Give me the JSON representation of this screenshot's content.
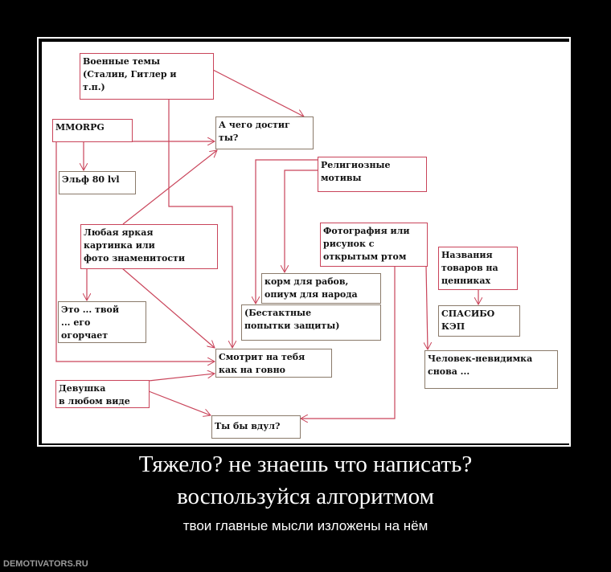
{
  "diagram": {
    "nodes": {
      "war_themes": "Военные темы\n(Сталин, Гитлер и\nт.п.)",
      "mmorpg": "MMORPG",
      "achieved": "А чего достиг\nты?",
      "elf": "Эльф 80 lvl",
      "religious": "Религиозные\nмотивы",
      "bright_picture": "Любая яркая\nкартинка или\nфото знаменитости",
      "photo_mouth": "Фотография или\nрисунок с\nоткрытым ртом",
      "price_tags": "Названия\nтоваров на\nценниках",
      "slave_food": "корм для рабов,\nопиум для народа",
      "tactless": "(Бестактные\nпопытки защиты)",
      "this_is_yours": "Это ... твой\n... его\nогорчает",
      "captain_obvious": "СПАСИБО\nКЭП",
      "invisible_man": "Человек-невидимка\nснова ...",
      "looks_at_you": "Смотрит на тебя\nкак на говно",
      "girl": "Девушка\nв любом виде",
      "would_you": "Ты бы вдул?"
    },
    "line_color": "#c9445a"
  },
  "caption": {
    "title_line1": "Тяжело? не знаешь что написать?",
    "title_line2": "воспользуйся алгоритмом",
    "subtitle": "твои главные мысли изложены на нём"
  },
  "watermark": "DEMOTIVATORS.RU"
}
